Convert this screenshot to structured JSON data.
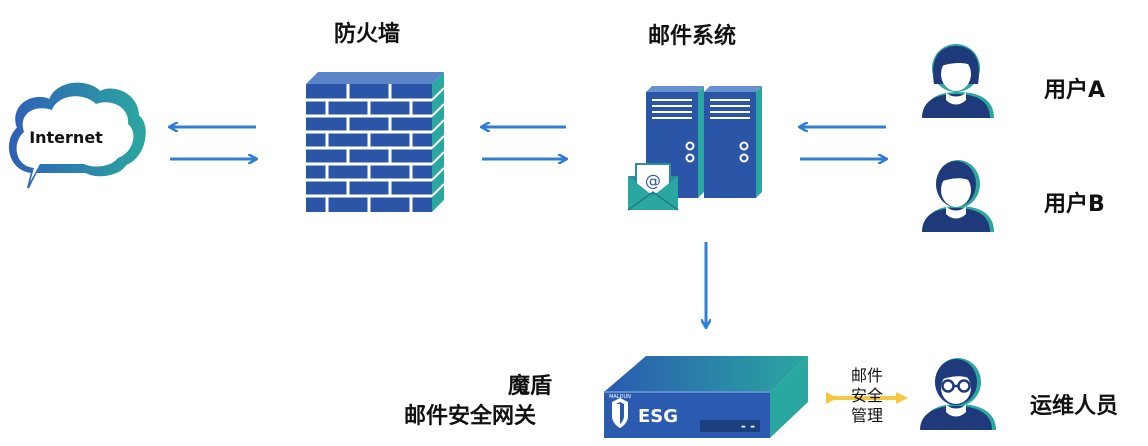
{
  "nodes": {
    "internet": {
      "label": "Internet"
    },
    "firewall": {
      "label": "防火墙"
    },
    "mail_system": {
      "label": "邮件系统"
    },
    "user_a": {
      "label": "用户A"
    },
    "user_b": {
      "label": "用户B"
    },
    "gateway": {
      "label_line1": "魔盾",
      "label_line2": "邮件安全网关",
      "device_text": "ESG",
      "brand_text": "MALDUN",
      "display_text": "- -"
    },
    "operator": {
      "label": "运维人员"
    }
  },
  "links": {
    "admin_link": {
      "line1": "邮件",
      "line2": "安全",
      "line3": "管理"
    }
  },
  "colors": {
    "arrow_blue": "#2f7fd6",
    "server_blue": "#2b56a8",
    "device_blue": "#2a5bb0",
    "teal": "#2aa7a0",
    "user_navy": "#1f3a7a",
    "admin_arrow": "#f5c842"
  },
  "icons": {
    "internet": "cloud-icon",
    "firewall": "brick-wall-icon",
    "mail_system": "server-rack-icon",
    "email": "envelope-icon",
    "user": "user-icon",
    "gateway": "security-appliance-icon",
    "operator": "user-with-glasses-icon"
  }
}
